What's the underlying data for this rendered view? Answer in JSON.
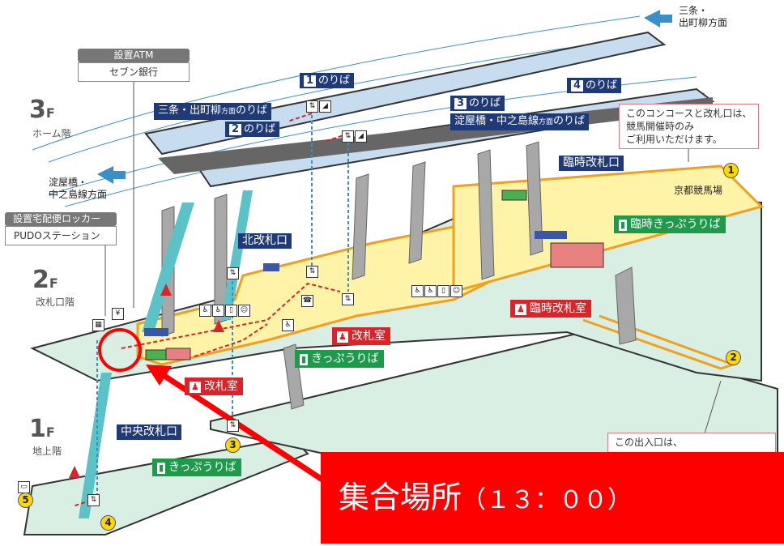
{
  "floors": {
    "f3": {
      "label": "3",
      "unit": "F",
      "name": "ホーム階"
    },
    "f2": {
      "label": "2",
      "unit": "F",
      "name": "改札口階"
    },
    "f1": {
      "label": "1",
      "unit": "F",
      "name": "地上階"
    }
  },
  "directions": {
    "sanjo": [
      "三条・",
      "出町柳方面"
    ],
    "yodoyabashi": [
      "淀屋橋・",
      "中之島線方面"
    ],
    "keiba": "京都競馬場"
  },
  "atm": {
    "title": "設置ATM",
    "body": "セブン銀行"
  },
  "locker": {
    "title": "設置宅配便ロッカー",
    "body": "PUDOステーション"
  },
  "platforms": {
    "p1": {
      "num": "1",
      "text": "のりば"
    },
    "p2": {
      "num": "2",
      "text": "のりば"
    },
    "p3": {
      "num": "3",
      "text": "のりば"
    },
    "p4": {
      "num": "4",
      "text": "のりば"
    },
    "sanjo_side": {
      "pre": "三条・出町柳",
      "small": "方面",
      "post": "のりば"
    },
    "yodo_side": {
      "pre": "淀屋橋・中之島線",
      "small": "方面",
      "post": "のりば"
    }
  },
  "gates": {
    "north": "北改札口",
    "central": "中央改札口",
    "temp": "臨時改札口"
  },
  "offices": {
    "main": "改札室",
    "main2": "改札室",
    "temp": "臨時改札室"
  },
  "tickets": {
    "main": "きっぷうりば",
    "central": "きっぷうりば",
    "temp": "臨時きっぷうりば"
  },
  "notes": {
    "concourse": [
      "このコンコースと改札口は、",
      "競馬開催時のみ",
      "ご利用いただけます。"
    ],
    "exit": "この出入口は、"
  },
  "exits": [
    "1",
    "2",
    "3",
    "4",
    "5"
  ],
  "meeting": {
    "label": "集合場所",
    "time": "（１３：００）"
  },
  "colors": {
    "navy": "#1f3a76",
    "green": "#1d9a4a",
    "red": "#d9242a",
    "concourse_yellow": "#fff3a8",
    "floor_green": "#d9efe3",
    "platform_blue": "#c8dcf0",
    "orange_outline": "#f0a020",
    "callout_red": "#ff0000"
  }
}
